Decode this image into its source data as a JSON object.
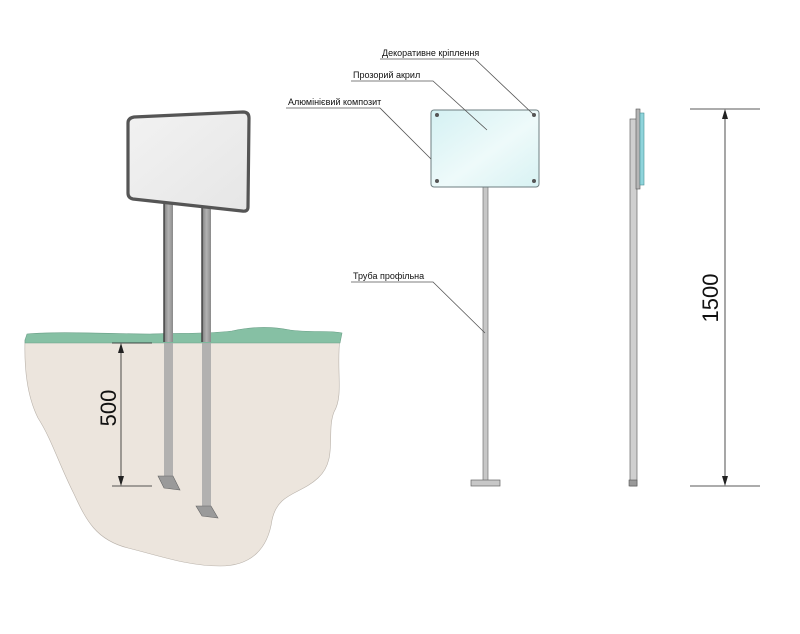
{
  "labels": {
    "decorative_mounts": "Декоративне кріплення",
    "transparent_acrylic": "Прозорий акрил",
    "aluminium_composite": "Алюмінієвий композит",
    "profile_pipe": "Труба профільна"
  },
  "dimensions": {
    "depth": "500",
    "height": "1500"
  },
  "colors": {
    "grass": "#86c0a4",
    "soil": "#ece5dd",
    "post": "#9c9c9c",
    "panel_frame": "#555555",
    "acrylic": "#dff5f6"
  }
}
